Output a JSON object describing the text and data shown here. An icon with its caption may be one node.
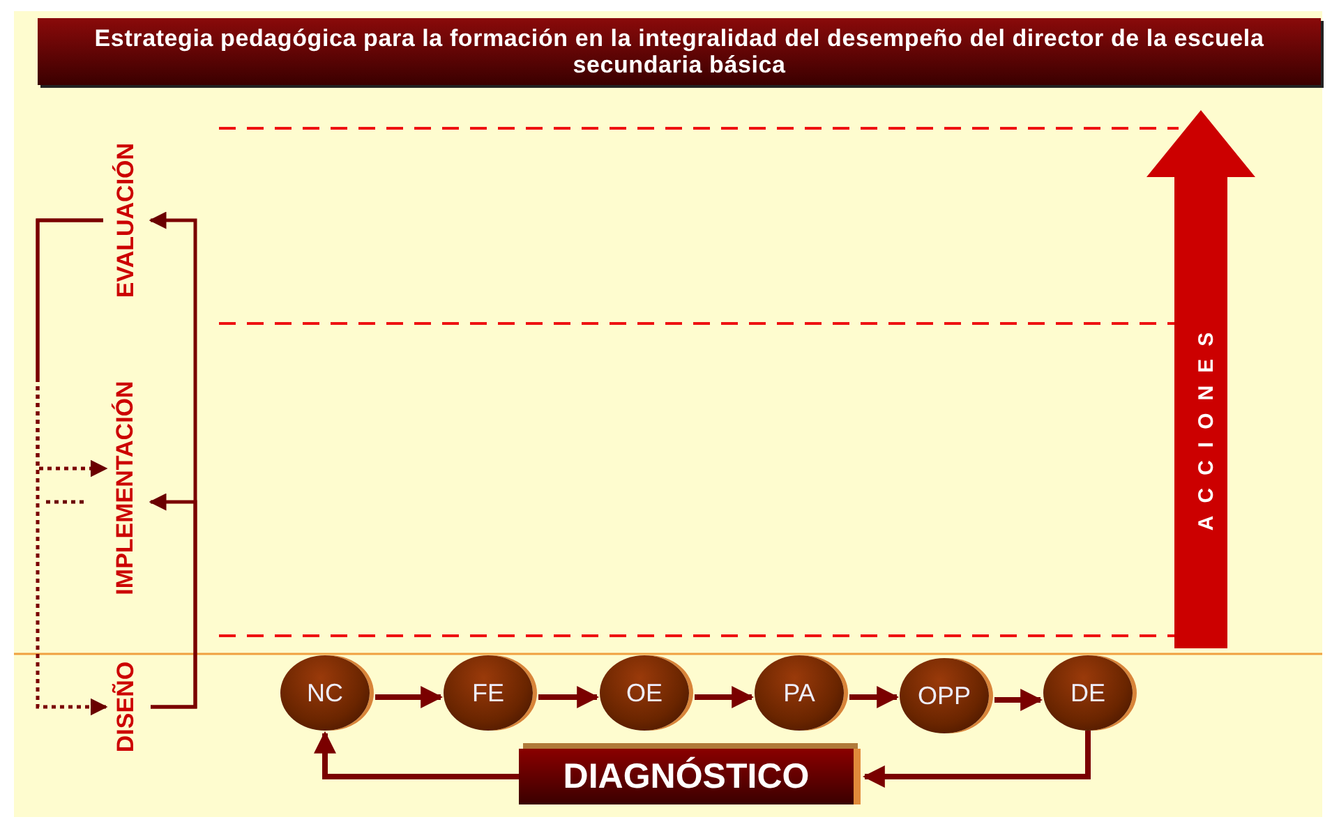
{
  "diagram": {
    "title": "Estrategia pedagógica para la formación en la integralidad del desempeño del director de la escuela secundaria básica",
    "nodes": [
      {
        "text": [
          "EVALUACIÓN"
        ]
      },
      {
        "text": [
          "IMPLEMENTACIÓN"
        ]
      },
      {
        "text": [
          "DISEÑO"
        ]
      },
      {
        "text": [
          "NC"
        ]
      },
      {
        "text": [
          "FE"
        ]
      },
      {
        "text": [
          "OE"
        ]
      },
      {
        "text": [
          "PA"
        ]
      },
      {
        "text": [
          "OPP"
        ]
      },
      {
        "text": [
          "DE"
        ]
      },
      {
        "text": [
          "DIAGNÓSTICO"
        ]
      },
      {
        "text": [
          "ACCIONES"
        ]
      }
    ],
    "edges": [
      {
        "from": 2,
        "to": 0,
        "arrow": "to"
      },
      {
        "from": 2,
        "to": 1,
        "arrow": "to"
      },
      {
        "from": 0,
        "to": 2,
        "arrow": "to",
        "style": "dashed"
      },
      {
        "from": 0,
        "to": 1,
        "arrow": "to",
        "style": "dashed"
      },
      {
        "from": 3,
        "to": 4,
        "arrow": "to"
      },
      {
        "from": 4,
        "to": 5,
        "arrow": "to"
      },
      {
        "from": 5,
        "to": 6,
        "arrow": "to"
      },
      {
        "from": 6,
        "to": 7,
        "arrow": "to"
      },
      {
        "from": 7,
        "to": 8,
        "arrow": "to"
      },
      {
        "from": 8,
        "to": 9,
        "arrow": "to"
      },
      {
        "from": 9,
        "to": 3,
        "arrow": "to"
      }
    ]
  }
}
